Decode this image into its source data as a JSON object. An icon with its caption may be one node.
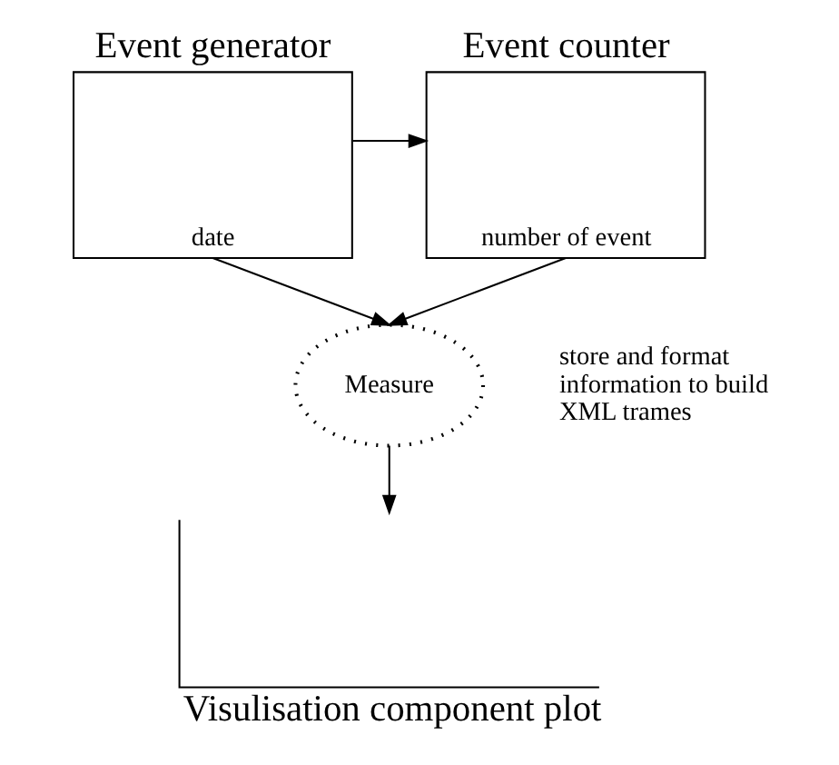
{
  "diagram": {
    "nodes": [
      {
        "text": [
          "Event generator",
          "date"
        ]
      },
      {
        "text": [
          "Event counter",
          "number of event"
        ]
      },
      {
        "text": [
          "Measure"
        ],
        "beside": [
          "store and format information to build XML trames"
        ]
      },
      {
        "text": [
          "Visulisation component plot"
        ]
      }
    ],
    "edges": [
      {
        "from": 0,
        "to": 1,
        "arrow": "to"
      },
      {
        "from": 0,
        "to": 2,
        "arrow": "to"
      },
      {
        "from": 1,
        "to": 2,
        "arrow": "to"
      },
      {
        "from": 2,
        "to": 3,
        "arrow": "to"
      }
    ]
  }
}
